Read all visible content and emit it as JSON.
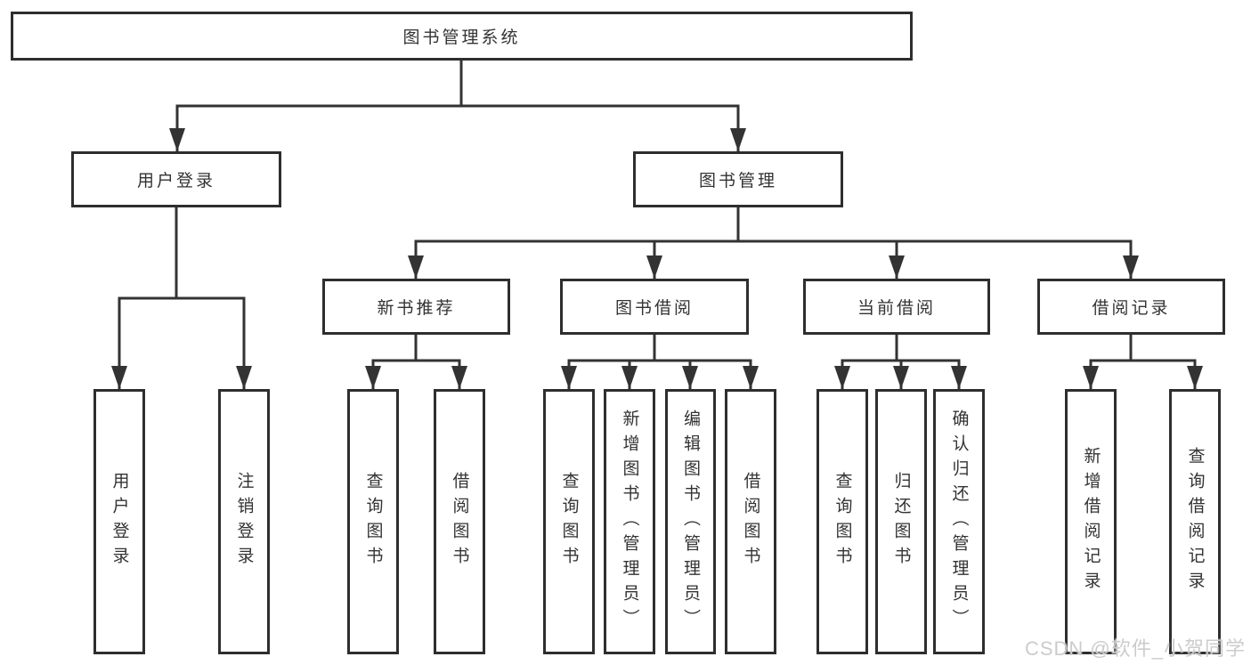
{
  "diagram": {
    "type": "hierarchy-tree",
    "orientation": "top-down"
  },
  "colors": {
    "line": "#333333",
    "box_border": "#2e2e2e",
    "box_bg": "#ffffff",
    "text": "#333333",
    "watermark": "#c9c9c9"
  },
  "tree": {
    "label": "图书管理系统",
    "children": [
      {
        "label": "用户登录",
        "children": [
          {
            "label": "用户登录"
          },
          {
            "label": "注销登录"
          }
        ]
      },
      {
        "label": "图书管理",
        "children": [
          {
            "label": "新书推荐",
            "children": [
              {
                "label": "查询图书"
              },
              {
                "label": "借阅图书"
              }
            ]
          },
          {
            "label": "图书借阅",
            "children": [
              {
                "label": "查询图书"
              },
              {
                "label": "新增图书（管理员）"
              },
              {
                "label": "编辑图书（管理员）"
              },
              {
                "label": "借阅图书"
              }
            ]
          },
          {
            "label": "当前借阅",
            "children": [
              {
                "label": "查询图书"
              },
              {
                "label": "归还图书"
              },
              {
                "label": "确认归还（管理员）"
              }
            ]
          },
          {
            "label": "借阅记录",
            "children": [
              {
                "label": "新增借阅记录"
              },
              {
                "label": "查询借阅记录"
              }
            ]
          }
        ]
      }
    ]
  },
  "watermark": {
    "text": "CSDN @软件_小贺同学"
  }
}
